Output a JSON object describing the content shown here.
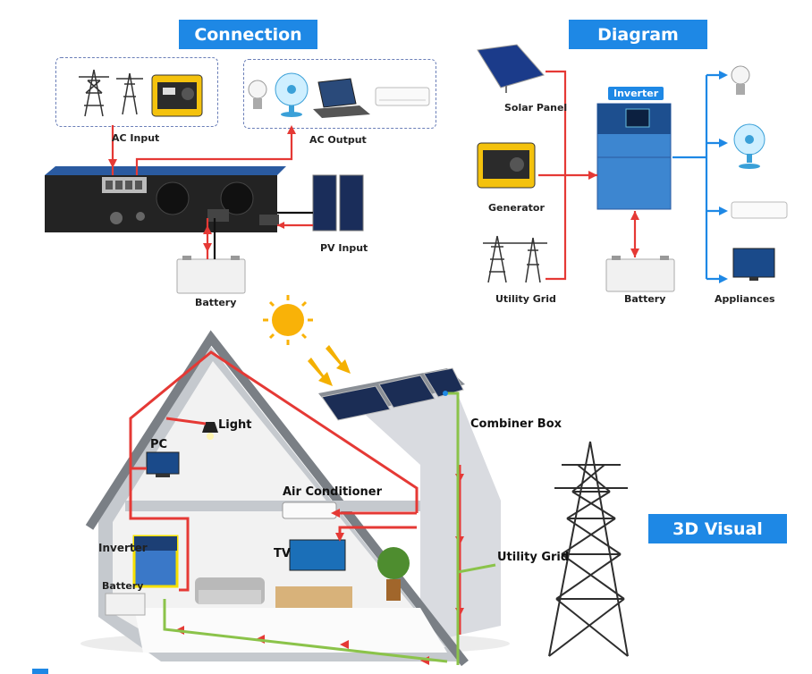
{
  "connection": {
    "title": "Connection",
    "ac_input": "AC Input",
    "ac_output": "AC Output",
    "pv_input": "PV Input",
    "battery": "Battery"
  },
  "diagram": {
    "title": "Diagram",
    "solar_panel": "Solar Panel",
    "generator": "Generator",
    "utility_grid": "Utility Grid",
    "inverter": "Inverter",
    "battery": "Battery",
    "appliances": "Appliances"
  },
  "visual": {
    "title": "3D Visual",
    "light": "Light",
    "pc": "PC",
    "air_conditioner": "Air Conditioner",
    "tv": "TV",
    "inverter": "Inverter",
    "battery": "Battery",
    "combiner_box": "Combiner Box",
    "utility_grid": "Utility Grid"
  },
  "colors": {
    "accent": "#1e88e5",
    "ac_line": "#e53935",
    "dc_line": "#8bc34a"
  }
}
